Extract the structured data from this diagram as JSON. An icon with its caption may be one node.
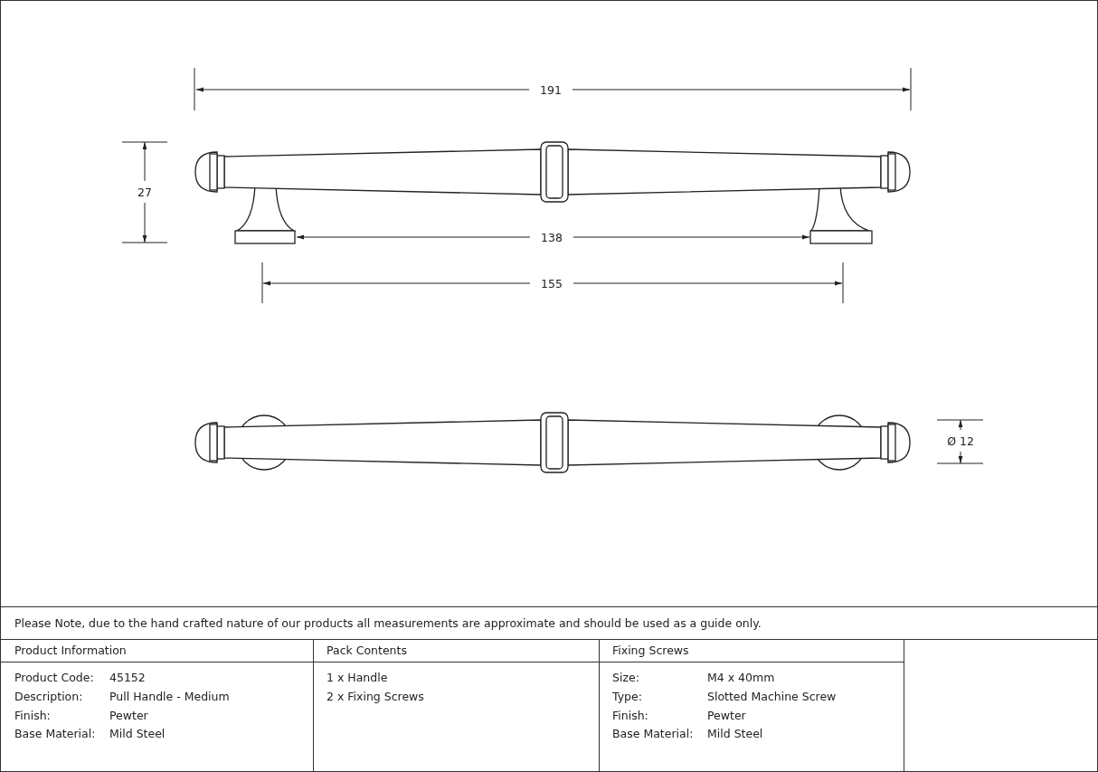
{
  "diagram": {
    "labels": [
      "191",
      "27",
      "138",
      "155",
      "Ø 12",
      "Please Note, due to the hand crafted nature of our products all measurements are approximate and should be used as a guide only.",
      "Product Information",
      "Pack Contents",
      "Fixing Screws",
      "Product Code:",
      "45152",
      "1 x Handle",
      "Size:",
      "M4 x 40mm",
      "Description:",
      "Pull Handle - Medium",
      "2 x Fixing Screws",
      "Type:",
      "Slotted Machine Screw",
      "Finish:",
      "Pewter",
      "Finish:",
      "Pewter",
      "Base Material:",
      "Mild Steel",
      "Base Material:",
      "Mild Steel"
    ]
  }
}
